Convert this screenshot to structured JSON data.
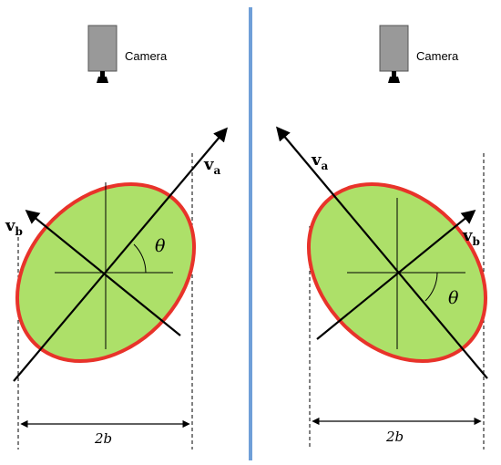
{
  "colors": {
    "ellipse_fill": "#ade069",
    "ellipse_stroke": "#e8332a",
    "divider": "#6f9fd8",
    "camera_body": "#999999",
    "line": "#000000"
  },
  "panels": [
    {
      "camera_label": "Camera",
      "camera_icon": "camera-icon",
      "axis_a_label": "v",
      "axis_a_sub": "a",
      "axis_b_label": "v",
      "axis_b_sub": "b",
      "angle_label": "θ",
      "width_label": "2b"
    },
    {
      "camera_label": "Camera",
      "camera_icon": "camera-icon",
      "axis_a_label": "v",
      "axis_a_sub": "a",
      "axis_b_label": "v",
      "axis_b_sub": "b",
      "angle_label": "θ",
      "width_label": "2b"
    }
  ]
}
